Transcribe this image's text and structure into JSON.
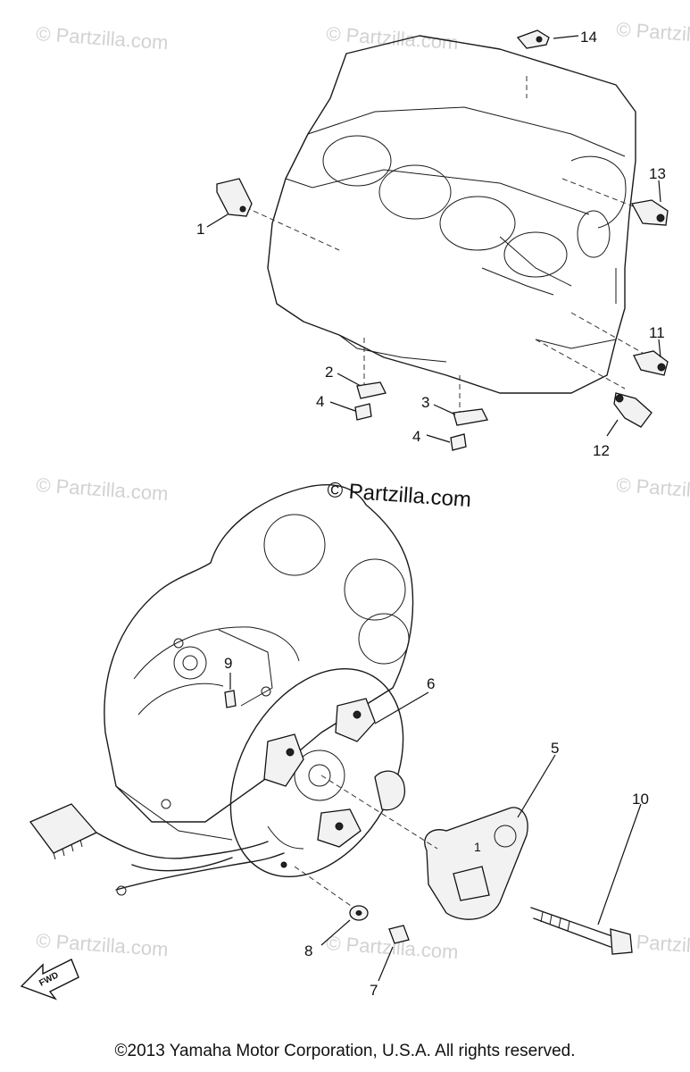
{
  "watermark": "© Partzilla.com",
  "center_watermark": "© Partzilla.com",
  "callouts": {
    "c1": "1",
    "c2": "2",
    "c3": "3",
    "c4a": "4",
    "c4b": "4",
    "c5": "5",
    "c6": "6",
    "c7": "7",
    "c8": "8",
    "c9": "9",
    "c10": "10",
    "c11": "11",
    "c12": "12",
    "c13": "13",
    "c14": "14",
    "part_mark": "1"
  },
  "fwd_label": "FWD",
  "copyright": "©2013  Yamaha Motor Corporation, U.S.A. All rights reserved."
}
